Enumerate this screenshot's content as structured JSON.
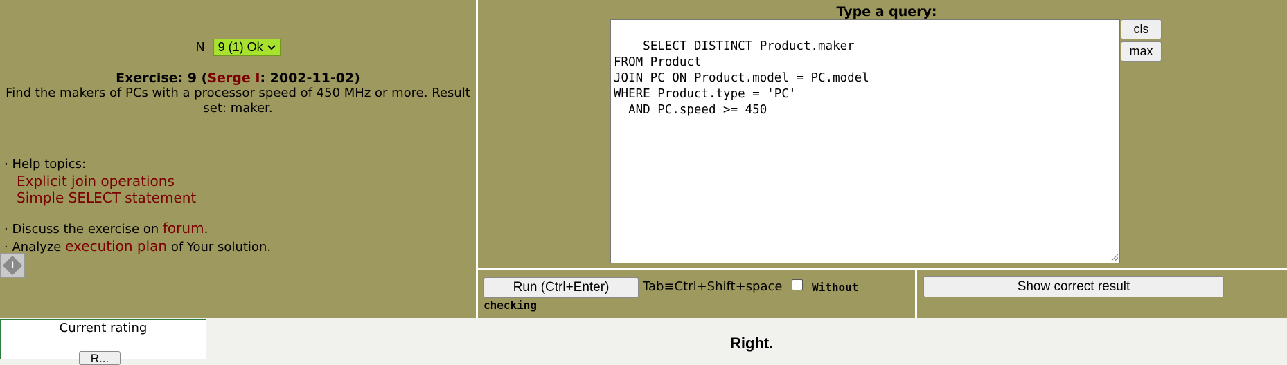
{
  "exercise_selector": {
    "label": "N",
    "selected": "9 (1) Ok"
  },
  "exercise": {
    "prefix": "Exercise: 9 (",
    "author": "Serge I",
    "date": ": 2002-11-02)",
    "description": "Find the makers of PCs with a processor speed of 450 MHz or more. Result set: maker."
  },
  "help": {
    "heading": "· Help topics:",
    "topics": [
      "Explicit join operations",
      "Simple SELECT statement"
    ]
  },
  "discuss": {
    "prefix": "· Discuss the exercise on ",
    "link": "forum",
    "suffix": "."
  },
  "analyze": {
    "prefix": "· Analyze ",
    "link": "execution plan",
    "suffix": " of Your solution."
  },
  "info_icon": "info-icon",
  "query": {
    "label": "Type a query:",
    "text": "SELECT DISTINCT Product.maker\nFROM Product\nJOIN PC ON Product.model = PC.model\nWHERE Product.type = 'PC'\n  AND PC.speed >= 450",
    "cls_label": "cls",
    "max_label": "max"
  },
  "controls": {
    "run_label": "Run (Ctrl+Enter)",
    "tab_hint": "Tab≡Ctrl+Shift+space",
    "without_label": "Without",
    "checking_label": "checking",
    "without_checked": false,
    "show_correct_label": "Show correct result"
  },
  "rating": {
    "title": "Current rating",
    "button_label": "R..."
  },
  "result": {
    "status": "Right."
  },
  "colors": {
    "panel_bg": "#9e995e",
    "link": "#7a0000",
    "select_bg": "#a6e22e"
  }
}
